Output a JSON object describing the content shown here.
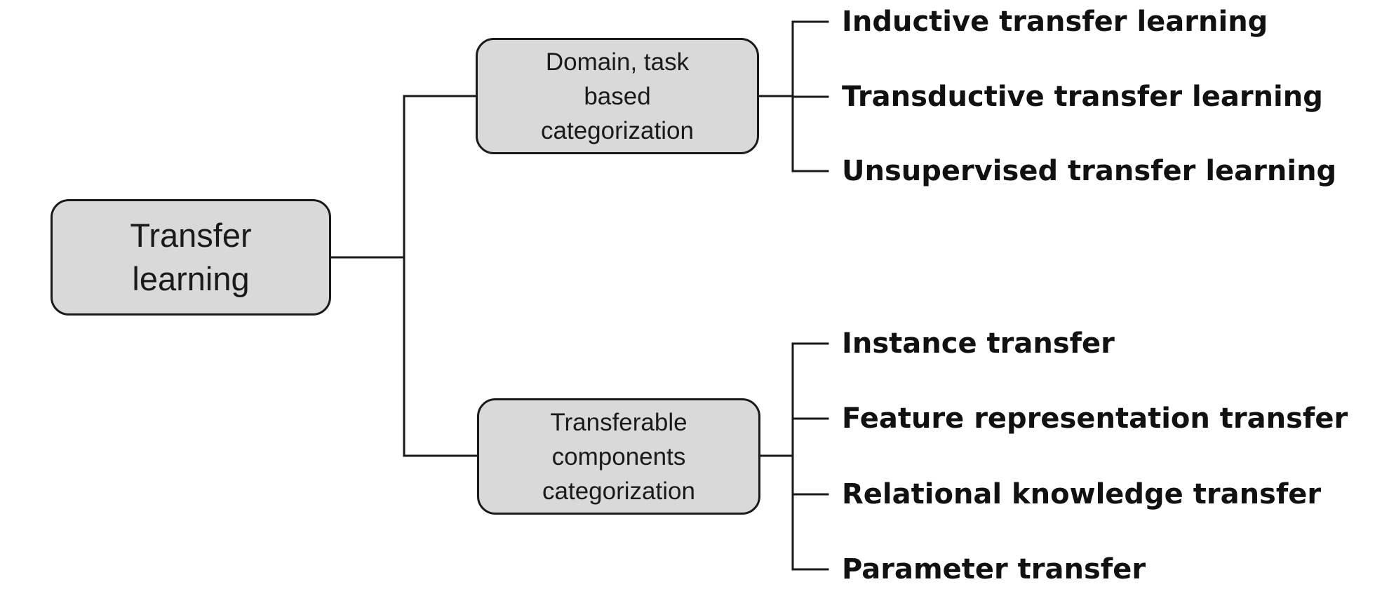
{
  "root": {
    "label": "Transfer learning"
  },
  "branches": [
    {
      "label": "Domain, task based categorization",
      "items": [
        "Inductive transfer learning",
        "Transductive transfer learning",
        "Unsupervised transfer learning"
      ]
    },
    {
      "label": "Transferable components categorization",
      "items": [
        "Instance transfer",
        "Feature representation transfer",
        "Relational knowledge transfer",
        "Parameter transfer"
      ]
    }
  ],
  "colors": {
    "box_fill": "#d9d9d9",
    "stroke": "#1a1a1a",
    "text": "#111111"
  }
}
